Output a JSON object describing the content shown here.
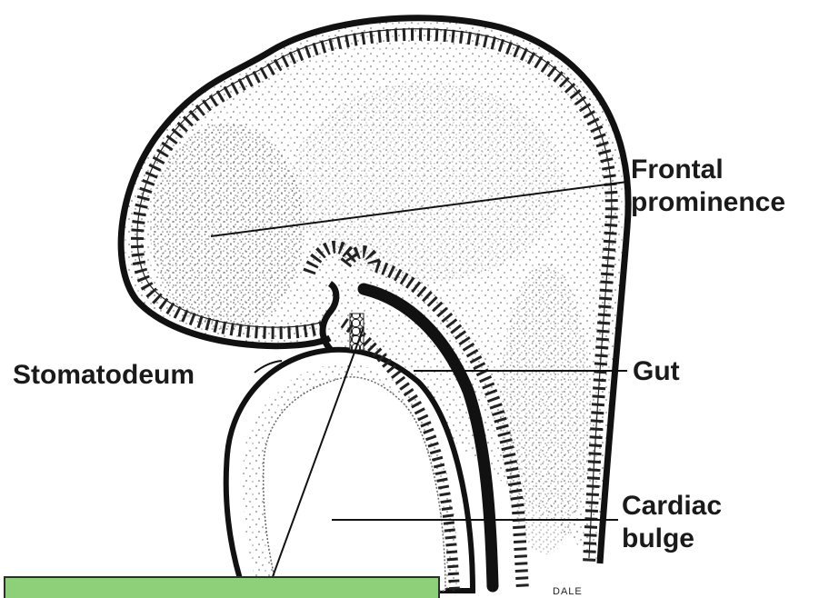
{
  "labels": {
    "frontal_line1": "Frontal",
    "frontal_line2": "prominence",
    "stomatodeum": "Stomatodeum",
    "gut": "Gut",
    "cardiac_line1": "Cardiac",
    "cardiac_line2": "bulge"
  },
  "artist_signature": "DALE",
  "colors": {
    "ink": "#111111",
    "stipple": "#555555",
    "answer_box": "#8ed07a"
  }
}
